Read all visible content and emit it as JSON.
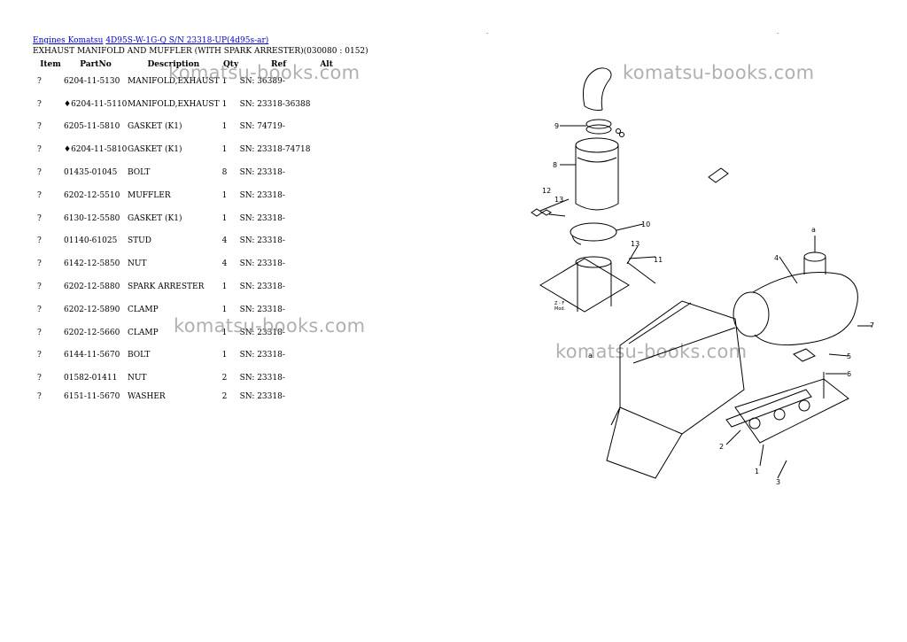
{
  "header": {
    "crumb1": "Engines Komatsu",
    "crumb2": "4D95S-W-1G-Q S/N 23318-UP(4d95s-ar)"
  },
  "title": "EXHAUST MANIFOLD AND MUFFLER (WITH SPARK ARRESTER)(030080 : 0152)",
  "table": {
    "headers": {
      "item": "Item",
      "part": "PartNo",
      "desc": "Description",
      "qty": "Qty",
      "ref": "Ref",
      "alt": "Alt"
    },
    "rows": [
      {
        "item": "?",
        "part": "6204-11-5130",
        "desc": "MANIFOLD,EXHAUST",
        "qty": "1",
        "ref": "SN: 36389-"
      },
      {
        "item": "?",
        "part": "♦6204-11-5110",
        "desc": "MANIFOLD,EXHAUST",
        "qty": "1",
        "ref": "SN: 23318-36388"
      },
      {
        "item": "?",
        "part": "6205-11-5810",
        "desc": "GASKET (K1)",
        "qty": "1",
        "ref": "SN: 74719-"
      },
      {
        "item": "?",
        "part": "♦6204-11-5810",
        "desc": "GASKET (K1)",
        "qty": "1",
        "ref": "SN: 23318-74718"
      },
      {
        "item": "?",
        "part": "01435-01045",
        "desc": "BOLT",
        "qty": "8",
        "ref": "SN: 23318-"
      },
      {
        "item": "?",
        "part": "6202-12-5510",
        "desc": "MUFFLER",
        "qty": "1",
        "ref": "SN: 23318-"
      },
      {
        "item": "?",
        "part": "6130-12-5580",
        "desc": "GASKET (K1)",
        "qty": "1",
        "ref": "SN: 23318-"
      },
      {
        "item": "?",
        "part": "01140-61025",
        "desc": "STUD",
        "qty": "4",
        "ref": "SN: 23318-"
      },
      {
        "item": "?",
        "part": "6142-12-5850",
        "desc": "NUT",
        "qty": "4",
        "ref": "SN: 23318-"
      },
      {
        "item": "?",
        "part": "6202-12-5880",
        "desc": "SPARK ARRESTER",
        "qty": "1",
        "ref": "SN: 23318-"
      },
      {
        "item": "?",
        "part": "6202-12-5890",
        "desc": "CLAMP",
        "qty": "1",
        "ref": "SN: 23318-"
      },
      {
        "item": "?",
        "part": "6202-12-5660",
        "desc": "CLAMP",
        "qty": "1",
        "ref": "SN: 23318-"
      },
      {
        "item": "?",
        "part": "6144-11-5670",
        "desc": "BOLT",
        "qty": "1",
        "ref": "SN: 23318-"
      },
      {
        "item": "?",
        "part": "01582-01411",
        "desc": "NUT",
        "qty": "2",
        "ref": "SN: 23318-"
      },
      {
        "item": "?",
        "part": "6151-11-5670",
        "desc": "WASHER",
        "qty": "2",
        "ref": "SN: 23318-"
      }
    ]
  },
  "watermarks": [
    "komatsu-books.com",
    "komatsu-books.com",
    "komatsu-books.com",
    "komatsu-books.com"
  ],
  "diagram": {
    "callouts": [
      "1",
      "2",
      "3",
      "4",
      "5",
      "6",
      "7",
      "8",
      "9",
      "10",
      "11",
      "12",
      "13",
      "13"
    ],
    "section_letter_top": "a",
    "section_letter_bottom": "a",
    "note_line1": "Z - F",
    "note_line2": "Mod."
  }
}
